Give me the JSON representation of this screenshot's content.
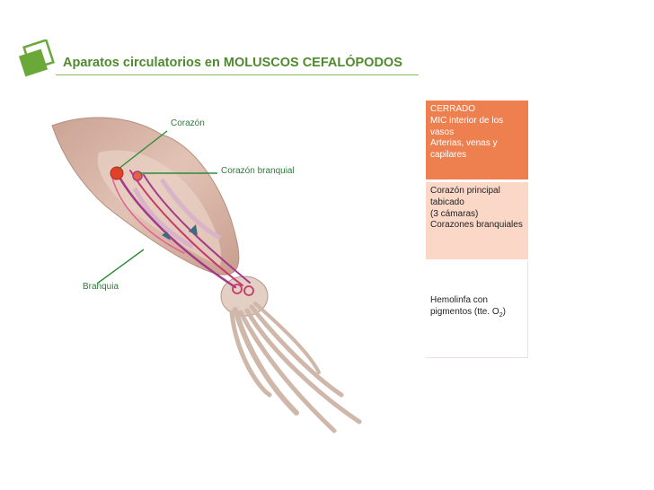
{
  "title": "Aparatos circulatorios en MOLUSCOS CEFALÓPODOS",
  "labels": {
    "corazon": "Corazón",
    "corazon_branquial": "Corazón branquial",
    "branquia": "Branquia"
  },
  "panels": {
    "cerrado": {
      "line1": "CERRADO",
      "line2": "MIC interior de los vasos",
      "line3": "Arterias, venas y capilares"
    },
    "corazon": {
      "line1": "Corazón principal tabicado",
      "line2": "(3 cámaras)",
      "line3": "Corazones branquiales"
    },
    "hemolinfa": {
      "text": "Hemolinfa con pigmentos (tte. O",
      "sub": "2",
      "tail": ")"
    }
  },
  "colors": {
    "title_green": "#4f8a2e",
    "panel_orange": "#ee8050",
    "panel_peach": "#fbd7c7",
    "label_green": "#2f7a3a"
  }
}
